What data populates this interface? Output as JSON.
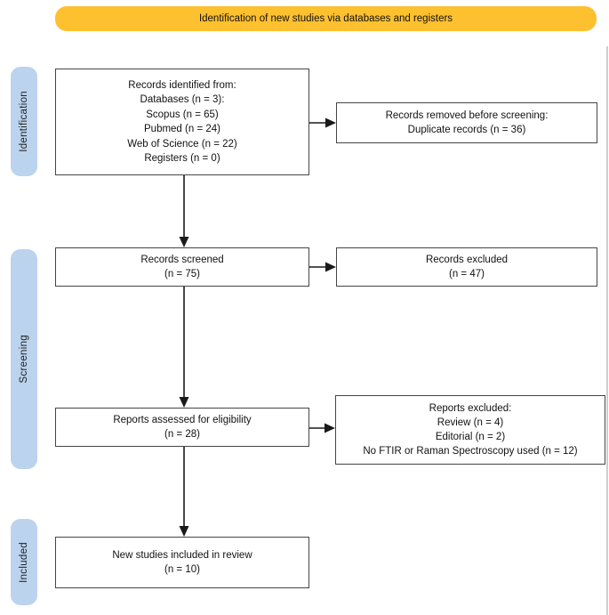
{
  "banner": {
    "label": "Identification of new studies via databases and registers"
  },
  "stages": [
    {
      "id": "identification",
      "label": "Identification"
    },
    {
      "id": "screening",
      "label": "Screening"
    },
    {
      "id": "included",
      "label": "Included"
    }
  ],
  "boxes": {
    "records_identified": {
      "lines": [
        "Records identified from:",
        "Databases (n = 3):",
        "Scopus (n = 65)",
        "Pubmed (n = 24)",
        "Web of Science (n = 22)",
        "Registers (n = 0)"
      ]
    },
    "records_removed": {
      "lines": [
        "Records removed before screening:",
        "Duplicate records (n = 36)"
      ]
    },
    "records_screened": {
      "lines": [
        "Records screened",
        "(n = 75)"
      ]
    },
    "records_excluded": {
      "lines": [
        "Records excluded",
        "(n = 47)"
      ]
    },
    "reports_assessed": {
      "lines": [
        "Reports assessed for eligibility",
        "(n = 28)"
      ]
    },
    "reports_excluded": {
      "lines": [
        "Reports excluded:",
        "Review (n = 4)",
        "Editorial (n = 2)",
        "No FTIR or Raman Spectroscopy used (n = 12)"
      ]
    },
    "new_studies_included": {
      "lines": [
        "New studies included in review",
        "(n = 10)"
      ]
    }
  },
  "colors": {
    "banner_bg": "#FDC02F",
    "stage_bg": "#BCD3EE",
    "box_border": "#454545",
    "arrow": "#1a1a1a",
    "page_edge": "#adadad"
  }
}
